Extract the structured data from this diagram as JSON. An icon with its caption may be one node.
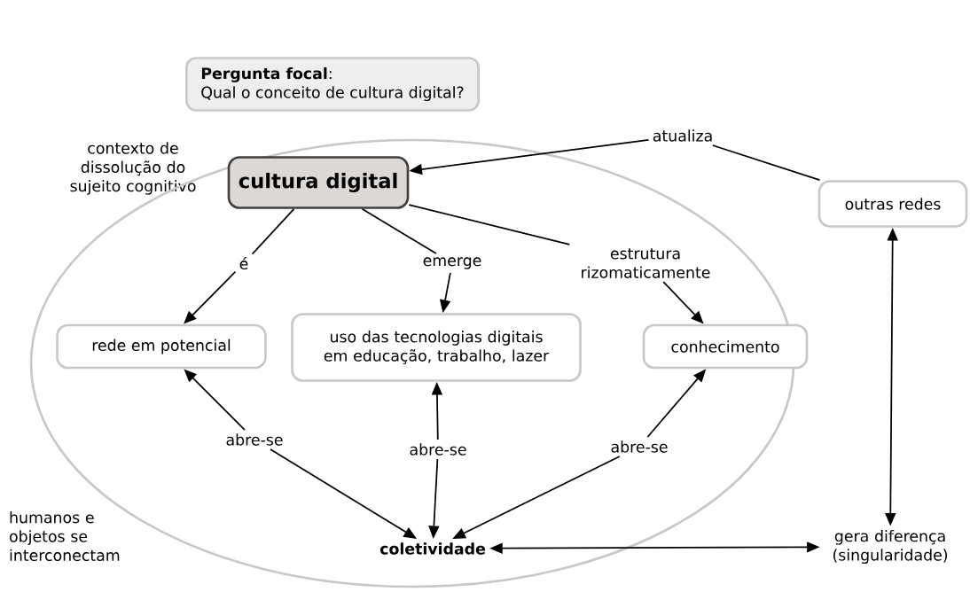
{
  "diagram": {
    "nodes": [
      {
        "text": [
          "**Pergunta focal**:",
          "Qual o conceito de cultura digital?"
        ]
      },
      {
        "text": [],
        "shape": "ellipse"
      },
      {
        "text": [
          "atualiza"
        ]
      },
      {
        "text": [
          "cultura digital"
        ],
        "in": 1
      },
      {
        "text": [
          "outras redes"
        ]
      },
      {
        "text": [
          "é"
        ],
        "in": 1
      },
      {
        "text": [
          "emerge"
        ],
        "in": 1
      },
      {
        "text": [
          "estrutura rizomaticamente"
        ],
        "in": 1
      },
      {
        "text": [
          "rede em potencial"
        ],
        "in": 1
      },
      {
        "text": [
          "uso das tecnologias digitais em educação, trabalho, lazer"
        ],
        "in": 1
      },
      {
        "text": [
          "conhecimento"
        ],
        "in": 1
      },
      {
        "text": [
          "abre-se"
        ],
        "in": 1
      },
      {
        "text": [
          "abre-se"
        ],
        "in": 1
      },
      {
        "text": [
          "abre-se"
        ],
        "in": 1
      },
      {
        "text": [
          "coletividade"
        ],
        "in": 1
      },
      {
        "text": [
          "gera diferença (singularidade)"
        ]
      }
    ],
    "edges": [
      {
        "from": 4,
        "to": 2,
        "arrow": "none"
      },
      {
        "from": 2,
        "to": 3,
        "arrow": "to"
      },
      {
        "from": 3,
        "to": 5,
        "arrow": "none"
      },
      {
        "from": 5,
        "to": 8,
        "arrow": "to"
      },
      {
        "from": 3,
        "to": 6,
        "arrow": "none"
      },
      {
        "from": 6,
        "to": 9,
        "arrow": "to"
      },
      {
        "from": 3,
        "to": 7,
        "arrow": "none"
      },
      {
        "from": 7,
        "to": 10,
        "arrow": "to"
      },
      {
        "from": 11,
        "to": 8,
        "arrow": "to"
      },
      {
        "from": 11,
        "to": 14,
        "arrow": "to"
      },
      {
        "from": 12,
        "to": 9,
        "arrow": "to"
      },
      {
        "from": 12,
        "to": 14,
        "arrow": "to"
      },
      {
        "from": 13,
        "to": 10,
        "arrow": "to"
      },
      {
        "from": 13,
        "to": 14,
        "arrow": "to"
      },
      {
        "from": 14,
        "to": 15,
        "arrow": "both"
      },
      {
        "from": 4,
        "to": 15,
        "arrow": "both"
      }
    ],
    "labels": [
      "contexto de dissolução do sujeito cognitivo",
      "humanos e objetos se interconectam"
    ]
  }
}
